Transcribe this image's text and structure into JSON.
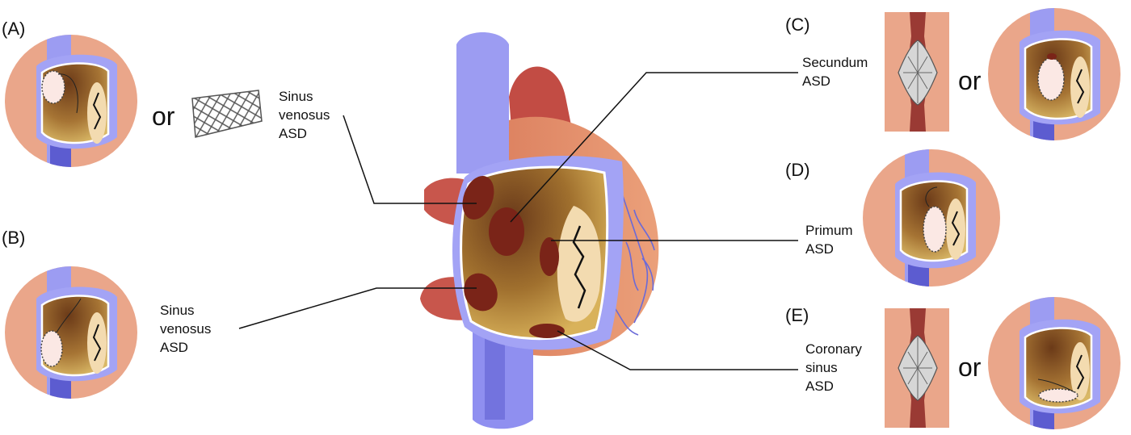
{
  "panels": {
    "a": "(A)",
    "b": "(B)",
    "c": "(C)",
    "d": "(D)",
    "e": "(E)"
  },
  "or_word": "or",
  "labels": {
    "sinus_venosus_upper": [
      "Sinus",
      "venosus",
      "ASD"
    ],
    "sinus_venosus_lower": [
      "Sinus",
      "venosus",
      "ASD"
    ],
    "secundum": [
      "Secundum",
      "ASD"
    ],
    "primum": [
      "Primum",
      "ASD"
    ],
    "coronary_sinus": [
      "Coronary",
      "sinus",
      "ASD"
    ]
  },
  "colors": {
    "vein": "#9c9cf2",
    "vein_dark": "#5c5cd0",
    "artery": "#c0504a",
    "muscle": "#d98a6a",
    "skin": "#eaa68a",
    "atrium": "#b8873a",
    "defect": "#7a2418",
    "septum": "#f3dbb0"
  }
}
